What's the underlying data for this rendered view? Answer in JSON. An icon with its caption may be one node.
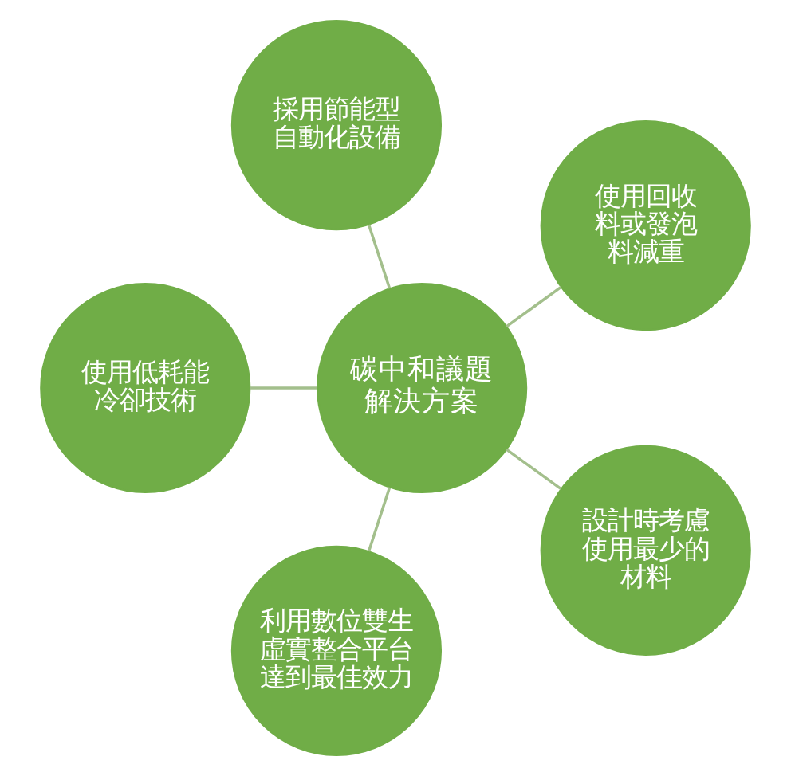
{
  "diagram": {
    "nodes": [
      {
        "text": [
          "使用回收料或發泡料減重"
        ]
      },
      {
        "text": [
          "採用節能型自動化設備"
        ]
      },
      {
        "text": [
          "碳中和議題解決方案"
        ]
      },
      {
        "text": [
          "使用低耗能冷卻技術"
        ]
      },
      {
        "text": [
          "利用數位雙生虛實整合平台達到最佳效力"
        ]
      },
      {
        "text": [
          "設計時考慮使用最少的材料"
        ]
      }
    ],
    "edges": [
      {
        "from": 2,
        "to": 0,
        "arrow": "none"
      },
      {
        "from": 2,
        "to": 1,
        "arrow": "none"
      },
      {
        "from": 2,
        "to": 3,
        "arrow": "none"
      },
      {
        "from": 2,
        "to": 4,
        "arrow": "none"
      },
      {
        "from": 2,
        "to": 5,
        "arrow": "none"
      }
    ]
  }
}
